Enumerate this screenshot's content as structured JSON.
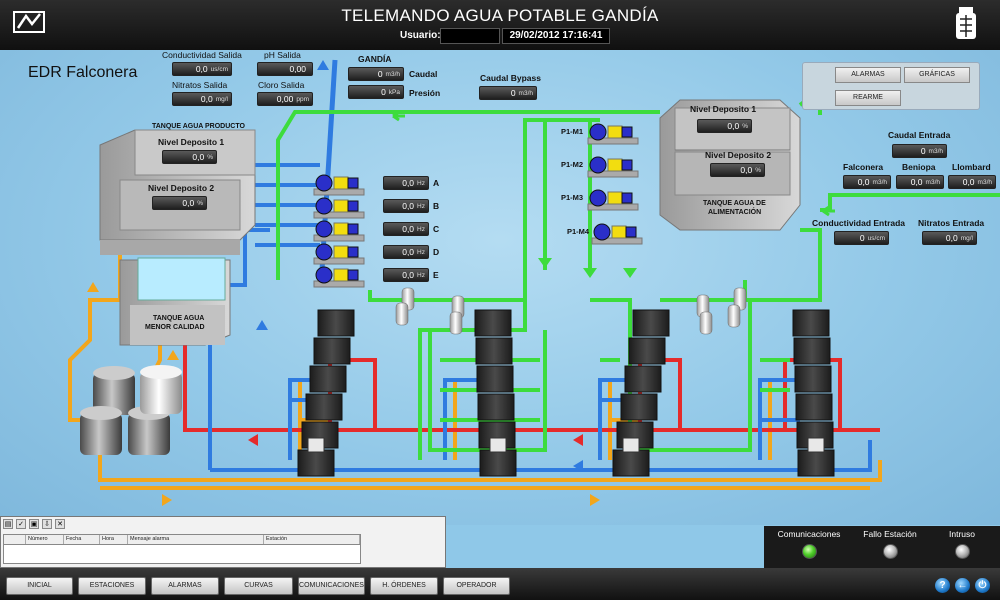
{
  "header": {
    "title": "TELEMANDO AGUA POTABLE GANDÍA",
    "user_label": "Usuario:",
    "user_value": "",
    "datetime": "29/02/2012 17:16:41"
  },
  "station": {
    "name": "EDR Falconera"
  },
  "outlet": {
    "conductividad_label": "Conductividad Salida",
    "conductividad_value": "0,0",
    "conductividad_unit": "us/cm",
    "ph_label": "pH Salida",
    "ph_value": "0,00",
    "ph_unit": "",
    "nitratos_label": "Nitratos Salida",
    "nitratos_value": "0,0",
    "nitratos_unit": "mg/l",
    "cloro_label": "Cloro Salida",
    "cloro_value": "0,00",
    "cloro_unit": "ppm"
  },
  "gandia": {
    "title": "GANDÍA",
    "caudal_label": "Caudal",
    "caudal_value": "0",
    "caudal_unit": "m3/h",
    "presion_label": "Presión",
    "presion_value": "0",
    "presion_unit": "kPa"
  },
  "bypass": {
    "label": "Caudal Bypass",
    "value": "0",
    "unit": "m3/h"
  },
  "control_buttons": {
    "alarmas": "ALARMAS",
    "graficas": "GRÁFICAS",
    "rearme": "REARME"
  },
  "product_tank": {
    "title": "TANQUE AGUA PRODUCTO",
    "nivel1_label": "Nivel Deposito 1",
    "nivel1_value": "0,0",
    "nivel1_unit": "%",
    "nivel2_label": "Nivel Deposito 2",
    "nivel2_value": "0,0",
    "nivel2_unit": "%"
  },
  "low_quality_tank": {
    "line1": "TANQUE AGUA",
    "line2": "MENOR CALIDAD"
  },
  "pumps_right": [
    {
      "label": "A",
      "value": "0,0",
      "unit": "Hz"
    },
    {
      "label": "B",
      "value": "0,0",
      "unit": "Hz"
    },
    {
      "label": "C",
      "value": "0,0",
      "unit": "Hz"
    },
    {
      "label": "D",
      "value": "0,0",
      "unit": "Hz"
    },
    {
      "label": "E",
      "value": "0,0",
      "unit": "Hz"
    }
  ],
  "feed_pumps": [
    "P1-M1",
    "P1-M2",
    "P1-M3",
    "P1-M4"
  ],
  "feed_tank": {
    "line1": "TANQUE AGUA DE",
    "line2": "ALIMENTACIÓN",
    "nivel1_label": "Nivel Deposito 1",
    "nivel1_value": "0,0",
    "nivel1_unit": "%",
    "nivel2_label": "Nivel Deposito 2",
    "nivel2_value": "0,0",
    "nivel2_unit": "%"
  },
  "inlet": {
    "caudal_label": "Caudal Entrada",
    "caudal_value": "0",
    "caudal_unit": "m3/h",
    "sources": [
      {
        "label": "Falconera",
        "value": "0,0",
        "unit": "m3/h"
      },
      {
        "label": "Beniopa",
        "value": "0,0",
        "unit": "m3/h"
      },
      {
        "label": "Llombard",
        "value": "0,0",
        "unit": "m3/h"
      }
    ],
    "conductividad_label": "Conductividad Entrada",
    "conductividad_value": "0",
    "conductividad_unit": "us/cm",
    "nitratos_label": "Nitratos Entrada",
    "nitratos_value": "0,0",
    "nitratos_unit": "mg/l"
  },
  "alarm_table": {
    "columns": [
      "Número",
      "Fecha",
      "Hora",
      "Mensaje alarma",
      "Estación"
    ]
  },
  "status": [
    {
      "label": "Comunicaciones",
      "state": "green"
    },
    {
      "label": "Fallo Estación",
      "state": "grey"
    },
    {
      "label": "Intruso",
      "state": "grey"
    }
  ],
  "nav": [
    "INICIAL",
    "ESTACIONES",
    "ALARMAS",
    "CURVAS",
    "COMUNICACIONES",
    "H. ÓRDENES",
    "OPERADOR"
  ],
  "nav_icons": [
    "help-icon",
    "back-icon",
    "power-icon"
  ],
  "colors": {
    "pipe_green": "#3ddc3d",
    "pipe_blue": "#2f7be0",
    "pipe_red": "#e52b2b",
    "pipe_orange": "#f2a61c",
    "pump_blue": "#2a2fc9",
    "motor_yellow": "#f2dd10",
    "background": "#93c9e8"
  }
}
